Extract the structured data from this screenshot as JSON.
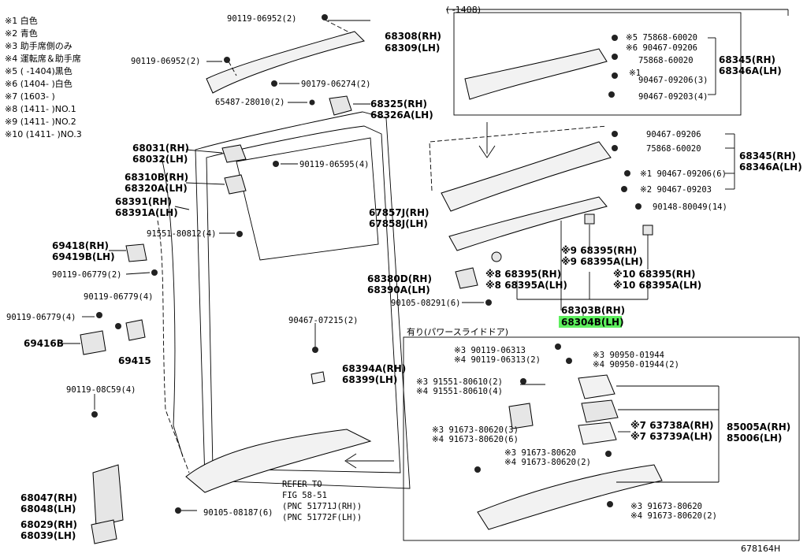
{
  "legend": [
    "※1 白色",
    "※2 青色",
    "※3 助手席側のみ",
    "※4 運転席＆助手席",
    "※5 (     -1404)黒色",
    "※6 (1404-     )白色",
    "※7 (1603-     )",
    "※8 (1411-     )NO.1",
    "※9 (1411-     )NO.2",
    "※10 (1411-     )NO.3"
  ],
  "top_right_box_title": "(     -1408)",
  "power_door_box_title": "有り(パワースライドドア)",
  "refer": {
    "l1": "REFER TO",
    "l2": "FIG 58-51",
    "l3": "(PNC 51771J(RH))",
    "l4": "(PNC 51772F(LH))"
  },
  "labels": {
    "a1": "90119-06952(2)",
    "a2": "90119-06952(2)",
    "a3": "68308(RH)",
    "a4": "68309(LH)",
    "a5": "90179-06274(2)",
    "a6": "65487-28010(2)",
    "a7": "68325(RH)",
    "a8": "68326A(LH)",
    "a9": "68031(RH)",
    "a10": "68032(LH)",
    "a11": "90119-06595(4)",
    "a12": "68310B(RH)",
    "a13": "68320A(LH)",
    "a14": "68391(RH)",
    "a15": "68391A(LH)",
    "a16": "91551-80812(4)",
    "a17": "69418(RH)",
    "a18": "69419B(LH)",
    "a19": "90119-06779(2)",
    "a20": "90119-06779(4)",
    "a21": "90119-06779(4)",
    "a22": "69416B",
    "a23": "69415",
    "a24": "90119-08C59(4)",
    "a25": "68047(RH)",
    "a26": "68048(LH)",
    "a27": "68029(RH)",
    "a28": "68039(LH)",
    "a29": "90105-08187(6)",
    "a30": "90467-07215(2)",
    "a31": "68394A(RH)",
    "a32": "68399(LH)",
    "a33": "67857J(RH)",
    "a34": "67858J(LH)",
    "a35": "68380D(RH)",
    "a36": "68390A(LH)",
    "a37": "90105-08291(6)",
    "b1": "※5 75868-60020",
    "b2": "※6 90467-09206",
    "b3": "75868-60020",
    "b4": "※1",
    "b5": "90467-09206(3)",
    "b6": "90467-09203(4)",
    "b7": "68345(RH)",
    "b8": "68346A(LH)",
    "b9": "90467-09206",
    "b10": "75868-60020",
    "b11": "68345(RH)",
    "b12": "68346A(LH)",
    "b13": "※1 90467-09206(6)",
    "b14": "※2 90467-09203",
    "b15": "90148-80049(14)",
    "b16": "※9 68395(RH)",
    "b17": "※9 68395A(LH)",
    "b18": "※8 68395(RH)",
    "b19": "※8 68395A(LH)",
    "b20": "※10 68395(RH)",
    "b21": "※10 68395A(LH)",
    "b22": "68303B(RH)",
    "b23": "68304B(LH)",
    "c1": "※3 90119-06313",
    "c2": "※4 90119-06313(2)",
    "c3": "※3 90950-01944",
    "c4": "※4 90950-01944(2)",
    "c5": "※3 91551-80610(2)",
    "c6": "※4 91551-80610(4)",
    "c7": "※3 91673-80620(3)",
    "c8": "※4 91673-80620(6)",
    "c9": "※3 91673-80620",
    "c10": "※4 91673-80620(2)",
    "c11": "※7 63738A(RH)",
    "c12": "※7 63739A(LH)",
    "c13": "85005A(RH)",
    "c14": "85006(LH)",
    "c15": "※3 91673-80620",
    "c16": "※4 91673-80620(2)"
  },
  "figure_id": "678164H",
  "colors": {
    "highlight": "#5ef05e",
    "ink": "#000000"
  }
}
